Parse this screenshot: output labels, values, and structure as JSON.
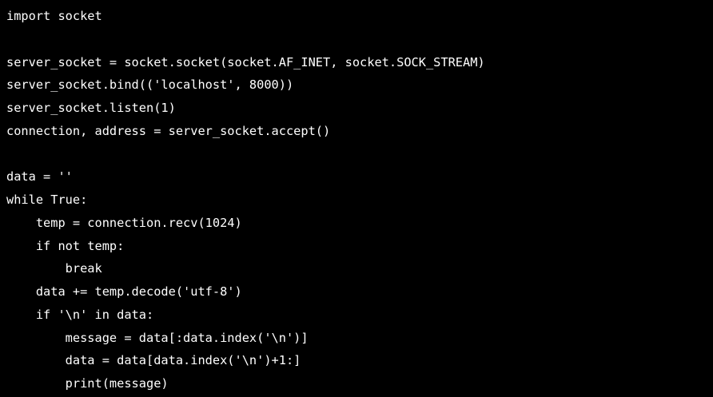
{
  "code": {
    "language": "python",
    "lines": [
      "import socket",
      "",
      "server_socket = socket.socket(socket.AF_INET, socket.SOCK_STREAM)",
      "server_socket.bind(('localhost', 8000))",
      "server_socket.listen(1)",
      "connection, address = server_socket.accept()",
      "",
      "data = ''",
      "while True:",
      "    temp = connection.recv(1024)",
      "    if not temp:",
      "        break",
      "    data += temp.decode('utf-8')",
      "    if '\\n' in data:",
      "        message = data[:data.index('\\n')]",
      "        data = data[data.index('\\n')+1:]",
      "        print(message)"
    ]
  },
  "colors": {
    "background": "#000000",
    "text": "#ffffff"
  }
}
